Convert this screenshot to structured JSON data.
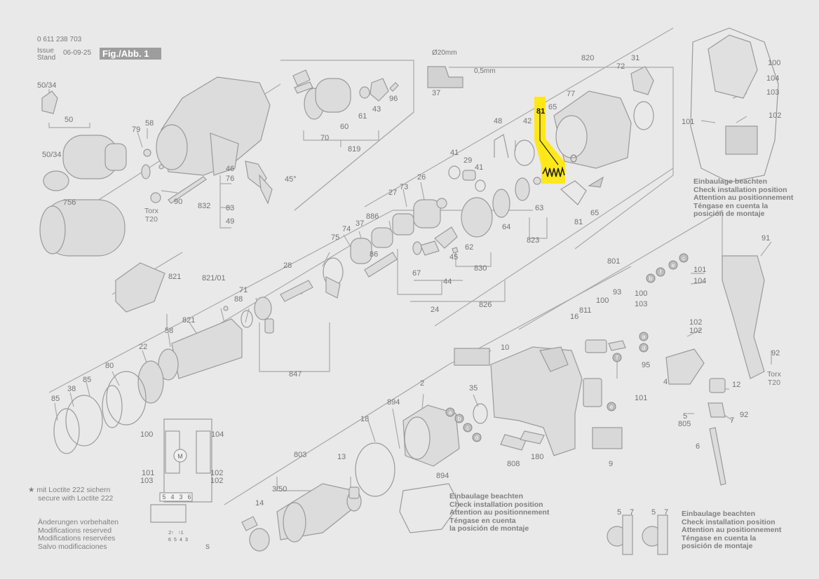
{
  "header": {
    "part_number": "0 611 238 703",
    "issue_label": "Issue",
    "stand_label": "Stand",
    "issue_date": "06-09-25",
    "figure_label": "Fig./Abb. 1"
  },
  "dimensions": {
    "diameter": "Ø20mm",
    "gap": "0,5mm"
  },
  "highlight": {
    "part": "81",
    "color": "#ffe81a"
  },
  "notes": {
    "install_top": [
      "Einbaulage beachten",
      "Check installation position",
      "Attention au positionnement",
      "Téngase en cuenta la",
      "posición de montaje"
    ],
    "install_mid": [
      "Einbaulage beachten",
      "Check installation position",
      "Attention au positionnement",
      "Téngase en cuenta",
      "la posición de montaje"
    ],
    "install_bottom": [
      "Einbaulage beachten",
      "Check installation position",
      "Attention au positionnement",
      "Téngase en cuenta la",
      "posición de montaje"
    ],
    "loctite": [
      "★ mit Loctite 222 sichern",
      "secure with Loctite 222"
    ],
    "changes": [
      "Änderungen vorbehalten",
      "Modifications reserved",
      "Modifications reservées",
      "Salvo modificaciones"
    ]
  },
  "torx": {
    "a": [
      "Torx",
      "T20"
    ],
    "b": [
      "Torx",
      "T20"
    ]
  },
  "labels": [
    {
      "id": "p50_34a",
      "text": "50/34"
    },
    {
      "id": "p50",
      "text": "50"
    },
    {
      "id": "p50_34b",
      "text": "50/34"
    },
    {
      "id": "p756",
      "text": "756"
    },
    {
      "id": "p79",
      "text": "79"
    },
    {
      "id": "p58a",
      "text": "58"
    },
    {
      "id": "p90",
      "text": "90"
    },
    {
      "id": "p70",
      "text": "70"
    },
    {
      "id": "p60",
      "text": "60"
    },
    {
      "id": "p61",
      "text": "61"
    },
    {
      "id": "p43",
      "text": "43"
    },
    {
      "id": "p96",
      "text": "96"
    },
    {
      "id": "p819",
      "text": "819"
    },
    {
      "id": "p46",
      "text": "46"
    },
    {
      "id": "p76",
      "text": "76"
    },
    {
      "id": "p45deg",
      "text": "45°"
    },
    {
      "id": "p832",
      "text": "832"
    },
    {
      "id": "p83",
      "text": "83"
    },
    {
      "id": "p49",
      "text": "49"
    },
    {
      "id": "p37a",
      "text": "37"
    },
    {
      "id": "p48",
      "text": "48"
    },
    {
      "id": "p820",
      "text": "820"
    },
    {
      "id": "p31",
      "text": "31"
    },
    {
      "id": "p72",
      "text": "72"
    },
    {
      "id": "p77",
      "text": "77"
    },
    {
      "id": "p81a",
      "text": "81"
    },
    {
      "id": "p65a",
      "text": "65"
    },
    {
      "id": "p42",
      "text": "42"
    },
    {
      "id": "p41a",
      "text": "41"
    },
    {
      "id": "p29",
      "text": "29"
    },
    {
      "id": "p41b",
      "text": "41"
    },
    {
      "id": "p27",
      "text": "27"
    },
    {
      "id": "p73",
      "text": "73"
    },
    {
      "id": "p26",
      "text": "26"
    },
    {
      "id": "p63",
      "text": "63"
    },
    {
      "id": "p81b",
      "text": "81"
    },
    {
      "id": "p65b",
      "text": "65"
    },
    {
      "id": "p886",
      "text": "886"
    },
    {
      "id": "p74",
      "text": "74"
    },
    {
      "id": "p37b",
      "text": "37"
    },
    {
      "id": "p75",
      "text": "75"
    },
    {
      "id": "p86",
      "text": "86"
    },
    {
      "id": "p64",
      "text": "64"
    },
    {
      "id": "p823",
      "text": "823"
    },
    {
      "id": "p62",
      "text": "62"
    },
    {
      "id": "p45",
      "text": "45"
    },
    {
      "id": "p830",
      "text": "830"
    },
    {
      "id": "p821a",
      "text": "821"
    },
    {
      "id": "p821_01",
      "text": "821/01"
    },
    {
      "id": "p28",
      "text": "28"
    },
    {
      "id": "p67",
      "text": "67"
    },
    {
      "id": "p44",
      "text": "44"
    },
    {
      "id": "p88",
      "text": "88"
    },
    {
      "id": "p71",
      "text": "71"
    },
    {
      "id": "p24",
      "text": "24"
    },
    {
      "id": "p826",
      "text": "826"
    },
    {
      "id": "p58b",
      "text": "58"
    },
    {
      "id": "p821b",
      "text": "821"
    },
    {
      "id": "p22",
      "text": "22"
    },
    {
      "id": "p847",
      "text": "847"
    },
    {
      "id": "p80",
      "text": "80"
    },
    {
      "id": "p38",
      "text": "38"
    },
    {
      "id": "p85a",
      "text": "85"
    },
    {
      "id": "p85b",
      "text": "85"
    },
    {
      "id": "p100a",
      "text": "100"
    },
    {
      "id": "p104a",
      "text": "104"
    },
    {
      "id": "p101a",
      "text": "101"
    },
    {
      "id": "p103a",
      "text": "103"
    },
    {
      "id": "p102a",
      "text": "102"
    },
    {
      "id": "p102b",
      "text": "102"
    },
    {
      "id": "p894a",
      "text": "894"
    },
    {
      "id": "p2",
      "text": "2"
    },
    {
      "id": "p18",
      "text": "18"
    },
    {
      "id": "p894b",
      "text": "894"
    },
    {
      "id": "p803",
      "text": "803"
    },
    {
      "id": "p13",
      "text": "13"
    },
    {
      "id": "p3_50",
      "text": "3/50"
    },
    {
      "id": "p14",
      "text": "14"
    },
    {
      "id": "p35",
      "text": "35"
    },
    {
      "id": "p10",
      "text": "10"
    },
    {
      "id": "p808",
      "text": "808"
    },
    {
      "id": "p180",
      "text": "180"
    },
    {
      "id": "p9",
      "text": "9"
    },
    {
      "id": "p801",
      "text": "801"
    },
    {
      "id": "p16",
      "text": "16"
    },
    {
      "id": "p811",
      "text": "811"
    },
    {
      "id": "p100b",
      "text": "100"
    },
    {
      "id": "p93",
      "text": "93"
    },
    {
      "id": "p101b",
      "text": "101"
    },
    {
      "id": "p100c",
      "text": "100"
    },
    {
      "id": "p103b",
      "text": "103"
    },
    {
      "id": "p101c",
      "text": "101"
    },
    {
      "id": "p104b",
      "text": "104"
    },
    {
      "id": "p102c",
      "text": "102"
    },
    {
      "id": "p102d",
      "text": "102"
    },
    {
      "id": "p95",
      "text": "95"
    },
    {
      "id": "p4",
      "text": "4"
    },
    {
      "id": "p12",
      "text": "12"
    },
    {
      "id": "p5a",
      "text": "5"
    },
    {
      "id": "p805",
      "text": "805"
    },
    {
      "id": "p7a",
      "text": "7"
    },
    {
      "id": "p92a",
      "text": "92"
    },
    {
      "id": "p6",
      "text": "6"
    },
    {
      "id": "p91",
      "text": "91"
    },
    {
      "id": "p92b",
      "text": "92"
    },
    {
      "id": "p100d",
      "text": "100"
    },
    {
      "id": "p104c",
      "text": "104"
    },
    {
      "id": "p103c",
      "text": "103"
    },
    {
      "id": "p101d",
      "text": "101"
    },
    {
      "id": "p102e",
      "text": "102"
    },
    {
      "id": "p5b",
      "text": "5"
    },
    {
      "id": "p7b",
      "text": "7"
    },
    {
      "id": "p5c",
      "text": "5"
    },
    {
      "id": "p7c",
      "text": "7"
    }
  ],
  "circle_letters": [
    "a",
    "b",
    "c",
    "d",
    "e",
    "f",
    "a",
    "b",
    "c",
    "d",
    "e",
    "f"
  ],
  "terminal_block": [
    "5",
    "4",
    "3",
    "6"
  ],
  "connector_nums": [
    "2↑",
    "↑1",
    "6",
    "5",
    "4",
    "3",
    "S"
  ]
}
